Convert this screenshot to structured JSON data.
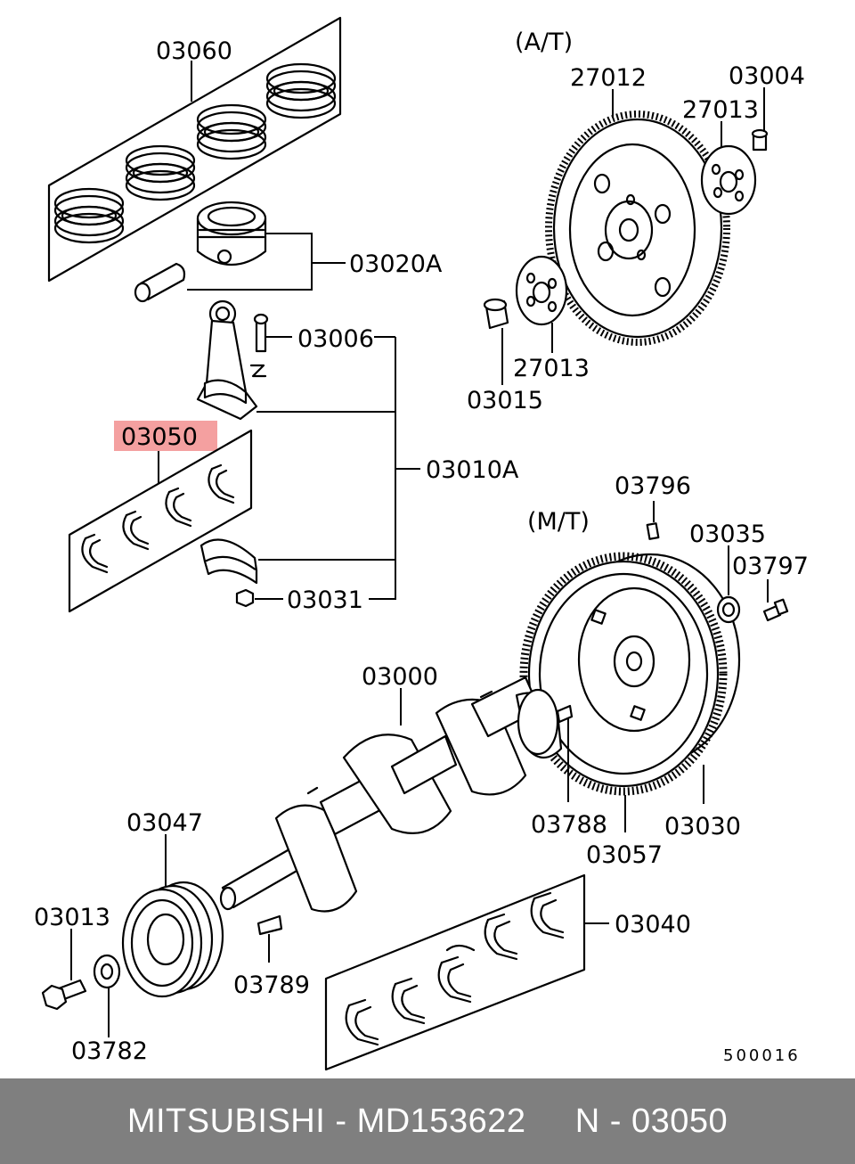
{
  "labels": {
    "p03060": "03060",
    "p03020A": "03020A",
    "p03006": "03006",
    "p03050": "03050",
    "p03010A": "03010A",
    "p03031": "03031",
    "at_note": "(A/T)",
    "p27012": "27012",
    "p03004": "03004",
    "p27013_top": "27013",
    "p27013_bottom": "27013",
    "p03015": "03015",
    "p03796": "03796",
    "mt_note": "(M/T)",
    "p03035": "03035",
    "p03797": "03797",
    "p03000": "03000",
    "p03788": "03788",
    "p03057": "03057",
    "p03030": "03030",
    "p03047": "03047",
    "p03013": "03013",
    "p03782": "03782",
    "p03789": "03789",
    "p03040": "03040",
    "diagram_code": "500016"
  },
  "highlight_color": "#f4a0a0",
  "footer": {
    "text": "MITSUBISHI - MD153622     N - 03050",
    "background": "#7f7f7f",
    "color": "#ffffff"
  }
}
